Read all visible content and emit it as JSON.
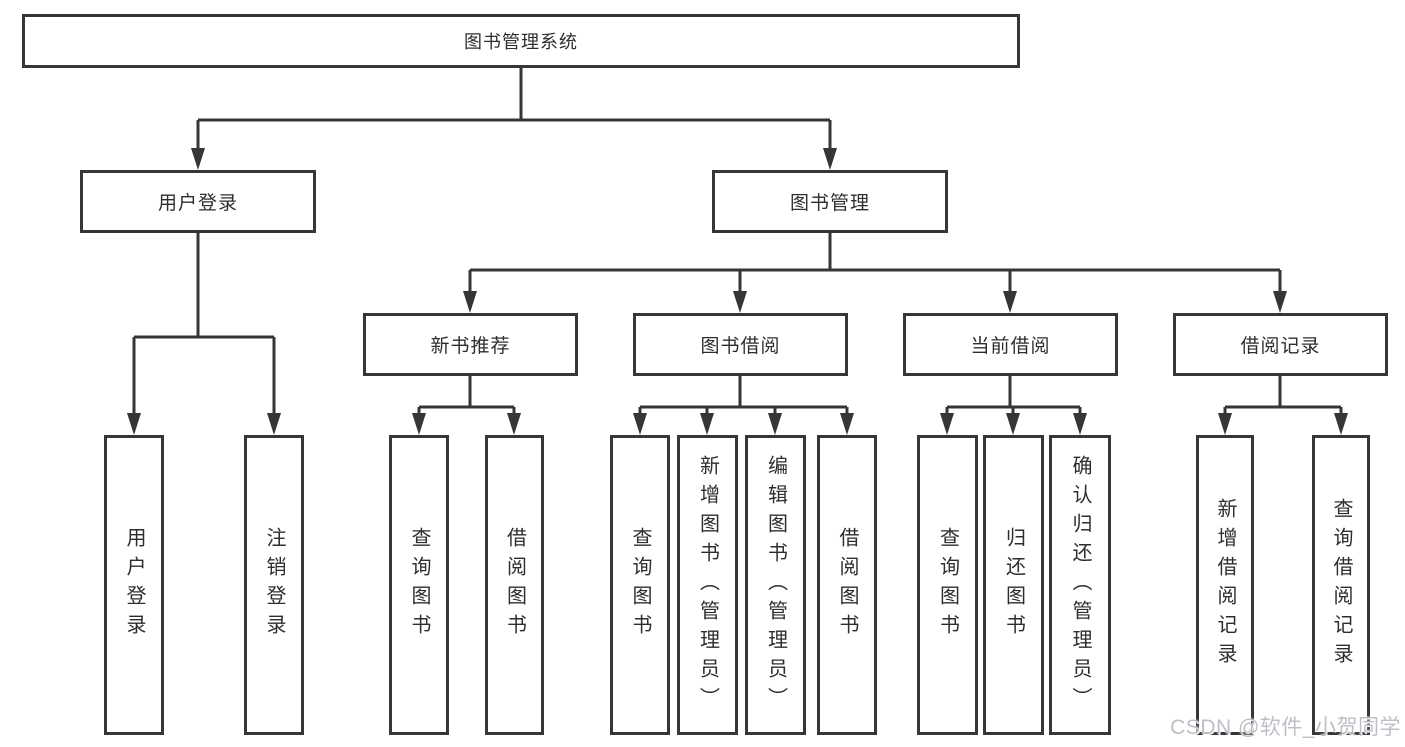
{
  "diagram_title": "图书管理系统",
  "nodes": {
    "root": "图书管理系统",
    "user_login": "用户登录",
    "book_mgmt": "图书管理",
    "new_book_rec": "新书推荐",
    "book_borrow": "图书借阅",
    "current_borrow": "当前借阅",
    "borrow_records": "借阅记录",
    "leaf_user_login": "用户登录",
    "leaf_logout": "注销登录",
    "leaf_query_books_1": "查询图书",
    "leaf_borrow_books_1": "借阅图书",
    "leaf_query_books_2": "查询图书",
    "leaf_add_book": "新增图书（管理员）",
    "leaf_edit_book": "编辑图书（管理员）",
    "leaf_borrow_books_2": "借阅图书",
    "leaf_query_books_3": "查询图书",
    "leaf_return_book": "归还图书",
    "leaf_confirm_return": "确认归还（管理员）",
    "leaf_add_borrow_record": "新增借阅记录",
    "leaf_query_borrow_record": "查询借阅记录"
  },
  "hierarchy": {
    "图书管理系统": {
      "用户登录": [
        "用户登录",
        "注销登录"
      ],
      "图书管理": {
        "新书推荐": [
          "查询图书",
          "借阅图书"
        ],
        "图书借阅": [
          "查询图书",
          "新增图书（管理员）",
          "编辑图书（管理员）",
          "借阅图书"
        ],
        "当前借阅": [
          "查询图书",
          "归还图书",
          "确认归还（管理员）"
        ],
        "借阅记录": [
          "新增借阅记录",
          "查询借阅记录"
        ]
      }
    }
  },
  "watermark": "CSDN @软件_小贺同学",
  "colors": {
    "line": "#363636",
    "text": "#2e2e2e",
    "box_background": "#ffffff",
    "page_background": "#ffffff",
    "watermark": "#bcc0c6"
  }
}
